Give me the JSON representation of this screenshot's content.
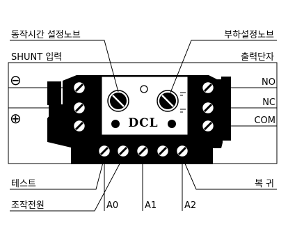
{
  "labels": {
    "time_knob": "동작시간 설정노브",
    "shunt_input": "SHUNT 입력",
    "minus_sym": "⊖",
    "plus_sym": "⊕",
    "load_knob": "부하설정노브",
    "output": "출력단자",
    "no": "NO",
    "nc": "NC",
    "com": "COM",
    "test": "테스트",
    "power": "조작전원",
    "reset": "복 귀",
    "a0": "A0",
    "a1": "A1",
    "a2": "A2",
    "brand": "DCL"
  }
}
